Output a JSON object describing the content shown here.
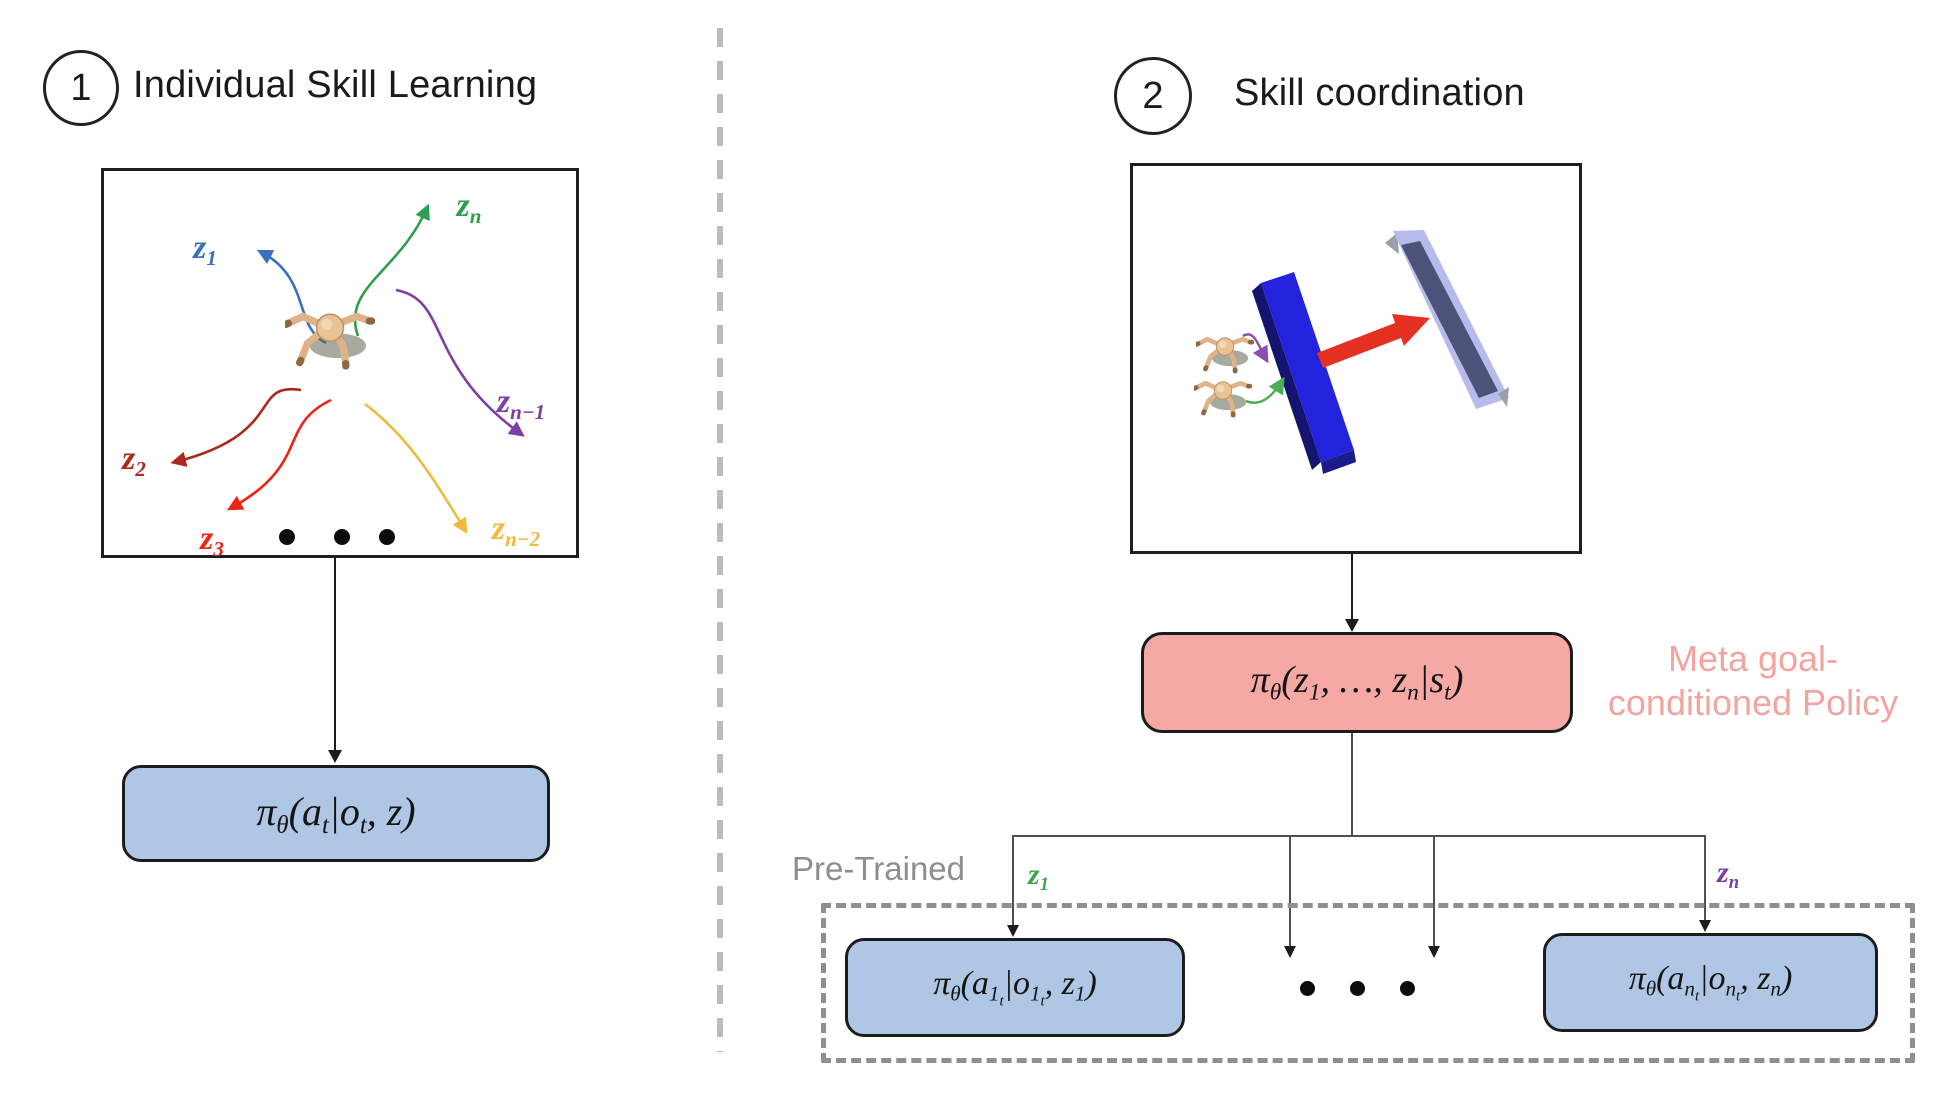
{
  "left_panel": {
    "step_number": "1",
    "title": "Individual Skill Learning",
    "skill_labels": {
      "z1": {
        "segments": [
          {
            "t": "z",
            "l": 0
          },
          {
            "t": "1",
            "l": 1
          }
        ],
        "color": "#3a70c0"
      },
      "zn": {
        "segments": [
          {
            "t": "z",
            "l": 0
          },
          {
            "t": "n",
            "l": 1
          }
        ],
        "color": "#2f9e4d"
      },
      "z2": {
        "segments": [
          {
            "t": "z",
            "l": 0
          },
          {
            "t": "2",
            "l": 1
          }
        ],
        "color": "#ab2a1c"
      },
      "z3": {
        "segments": [
          {
            "t": "z",
            "l": 0
          },
          {
            "t": "3",
            "l": 1
          }
        ],
        "color": "#ee2417"
      },
      "zn_minus_1": {
        "segments": [
          {
            "t": "z",
            "l": 0
          },
          {
            "t": "n−1",
            "l": 1
          }
        ],
        "color": "#7d3ea6"
      },
      "zn_minus_2": {
        "segments": [
          {
            "t": "z",
            "l": 0
          },
          {
            "t": "n−2",
            "l": 1
          }
        ],
        "color": "#f2b93b"
      }
    },
    "policy_formula": [
      {
        "t": "π",
        "l": 0
      },
      {
        "t": "θ",
        "l": 1
      },
      {
        "t": "(",
        "l": 0
      },
      {
        "t": "a",
        "l": 0
      },
      {
        "t": "t",
        "l": 1
      },
      {
        "t": "|",
        "l": 0
      },
      {
        "t": "o",
        "l": 0
      },
      {
        "t": "t",
        "l": 1
      },
      {
        "t": ", ",
        "l": 0
      },
      {
        "t": "z",
        "l": 0
      },
      {
        "t": ")",
        "l": 0
      }
    ]
  },
  "right_panel": {
    "step_number": "2",
    "title": "Skill coordination",
    "meta_policy_formula": [
      {
        "t": "π",
        "l": 0
      },
      {
        "t": "θ",
        "l": 1
      },
      {
        "t": "(",
        "l": 0
      },
      {
        "t": "z",
        "l": 0
      },
      {
        "t": "1",
        "l": 1
      },
      {
        "t": ", …, ",
        "l": 0
      },
      {
        "t": "z",
        "l": 0
      },
      {
        "t": "n",
        "l": 1
      },
      {
        "t": "|",
        "l": 0
      },
      {
        "t": "s",
        "l": 0
      },
      {
        "t": "t",
        "l": 1
      },
      {
        "t": ")",
        "l": 0
      }
    ],
    "meta_caption_line1": "Meta goal-",
    "meta_caption_line2": "conditioned Policy",
    "meta_caption_color": "#f3a49f",
    "pretrained_label": "Pre-Trained",
    "pretrained_color": "#8e8e8e",
    "branch_label_z1": {
      "segments": [
        {
          "t": "z",
          "l": 0
        },
        {
          "t": "1",
          "l": 1
        }
      ],
      "color": "#3da64b"
    },
    "branch_label_zn": {
      "segments": [
        {
          "t": "z",
          "l": 0
        },
        {
          "t": "n",
          "l": 1
        }
      ],
      "color": "#7b3fa8"
    },
    "skill_policy_1_formula": [
      {
        "t": "π",
        "l": 0
      },
      {
        "t": "θ",
        "l": 1
      },
      {
        "t": "(",
        "l": 0
      },
      {
        "t": "a",
        "l": 0
      },
      {
        "t": "1",
        "l": 1
      },
      {
        "t": "t",
        "l": 2
      },
      {
        "t": "|",
        "l": 0
      },
      {
        "t": "o",
        "l": 0
      },
      {
        "t": "1",
        "l": 1
      },
      {
        "t": "t",
        "l": 2
      },
      {
        "t": ", ",
        "l": 0
      },
      {
        "t": "z",
        "l": 0
      },
      {
        "t": "1",
        "l": 1
      },
      {
        "t": ")",
        "l": 0
      }
    ],
    "skill_policy_n_formula": [
      {
        "t": "π",
        "l": 0
      },
      {
        "t": "θ",
        "l": 1
      },
      {
        "t": "(",
        "l": 0
      },
      {
        "t": "a",
        "l": 0
      },
      {
        "t": "n",
        "l": 1
      },
      {
        "t": "t",
        "l": 2
      },
      {
        "t": "|",
        "l": 0
      },
      {
        "t": "o",
        "l": 0
      },
      {
        "t": "n",
        "l": 1
      },
      {
        "t": "t",
        "l": 2
      },
      {
        "t": ", ",
        "l": 0
      },
      {
        "t": "z",
        "l": 0
      },
      {
        "t": "n",
        "l": 1
      },
      {
        "t": ")",
        "l": 0
      }
    ]
  },
  "colors": {
    "policy_box_fill": "#afc6e5",
    "meta_box_fill": "#f5a8a4",
    "obstacle_blue": "#2323dd",
    "target_lavender": "#b7bbec",
    "push_arrow_red": "#e53022"
  }
}
